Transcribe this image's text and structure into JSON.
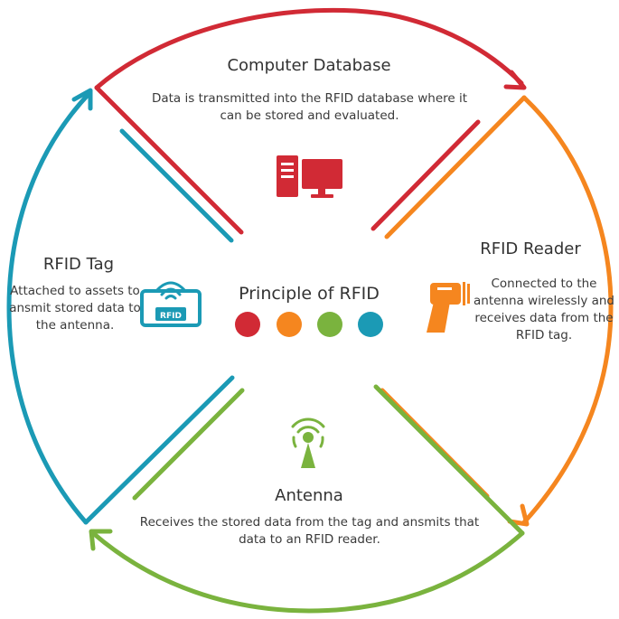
{
  "diagram": {
    "center": {
      "title": "Principle of RFID",
      "dot_colors": [
        "#d12a35",
        "#f5861f",
        "#7ab33e",
        "#1b9ab5"
      ]
    },
    "colors": {
      "database": "#d12a35",
      "reader": "#f5861f",
      "antenna": "#7ab33e",
      "tag": "#1b9ab5"
    },
    "sections": {
      "database": {
        "title": "Computer Database",
        "description": "Data is transmitted into the RFID database where it can be stored and evaluated.",
        "icon": "computer-icon"
      },
      "reader": {
        "title": "RFID Reader",
        "description": "Connected to the antenna wirelessly and receives data from the RFID tag.",
        "icon": "barcode-scanner-icon"
      },
      "antenna": {
        "title": "Antenna",
        "description": "Receives the stored data from the tag and ansmits that data to an RFID reader.",
        "icon": "antenna-icon"
      },
      "tag": {
        "title": "RFID Tag",
        "description": "Attached to assets to ansmit stored data to the antenna.",
        "icon": "rfid-tag-icon",
        "icon_label": "RFID"
      }
    }
  }
}
